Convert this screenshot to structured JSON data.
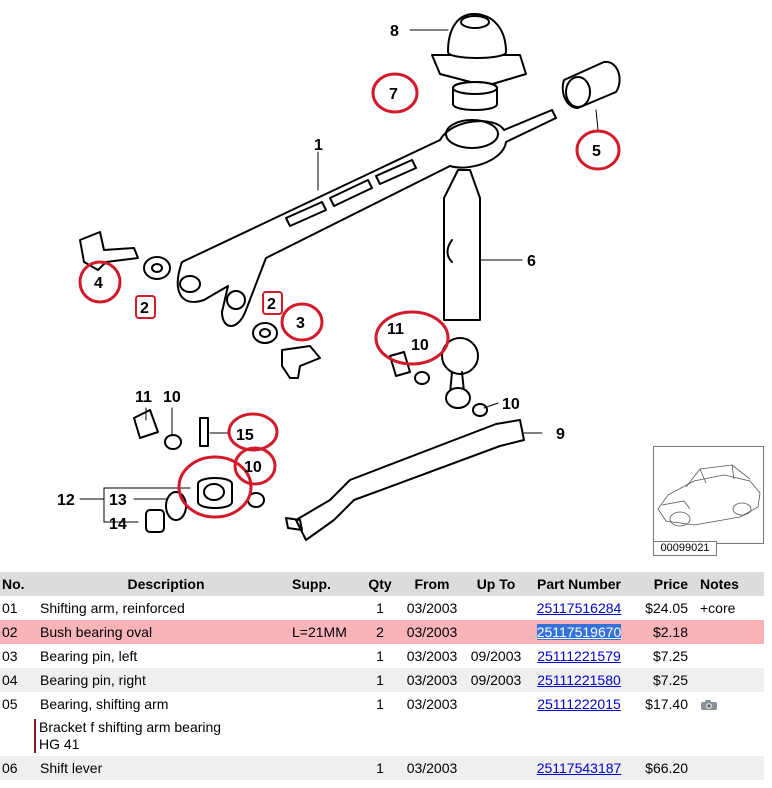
{
  "diagram": {
    "callouts": [
      "1",
      "2",
      "2",
      "3",
      "4",
      "5",
      "6",
      "7",
      "8",
      "9",
      "10",
      "10",
      "10",
      "10",
      "11",
      "11",
      "12",
      "13",
      "14",
      "15"
    ],
    "thumbnail_code": "00099021",
    "circle_color": "#d11a2a"
  },
  "table": {
    "headers": {
      "no": "No.",
      "description": "Description",
      "supp": "Supp.",
      "qty": "Qty",
      "from": "From",
      "up_to": "Up To",
      "part_number": "Part Number",
      "price": "Price",
      "notes": "Notes"
    },
    "rows": [
      {
        "no": "01",
        "description": "Shifting arm, reinforced",
        "supp": "",
        "qty": "1",
        "from": "03/2003",
        "up_to": "",
        "part_number": "25117516284",
        "price": "$24.05",
        "notes": "+core"
      },
      {
        "no": "02",
        "description": "Bush bearing oval",
        "supp": "L=21MM",
        "qty": "2",
        "from": "03/2003",
        "up_to": "",
        "part_number": "25117519670",
        "price": "$2.18",
        "notes": ""
      },
      {
        "no": "03",
        "description": "Bearing pin, left",
        "supp": "",
        "qty": "1",
        "from": "03/2003",
        "up_to": "09/2003",
        "part_number": "25111221579",
        "price": "$7.25",
        "notes": ""
      },
      {
        "no": "04",
        "description": "Bearing pin, right",
        "supp": "",
        "qty": "1",
        "from": "03/2003",
        "up_to": "09/2003",
        "part_number": "25111221580",
        "price": "$7.25",
        "notes": ""
      },
      {
        "no": "05",
        "description": "Bearing, shifting arm",
        "supp": "",
        "qty": "1",
        "from": "03/2003",
        "up_to": "",
        "part_number": "25111222015",
        "price": "$17.40",
        "notes": ""
      },
      {
        "no": "06",
        "description": "Shift lever",
        "supp": "",
        "qty": "1",
        "from": "03/2003",
        "up_to": "",
        "part_number": "25117543187",
        "price": "$66.20",
        "notes": ""
      }
    ],
    "row05_subnote": {
      "line1": "Bracket f shifting arm bearing",
      "line2": "HG 41"
    },
    "highlight_color": "#f8b4b8"
  }
}
